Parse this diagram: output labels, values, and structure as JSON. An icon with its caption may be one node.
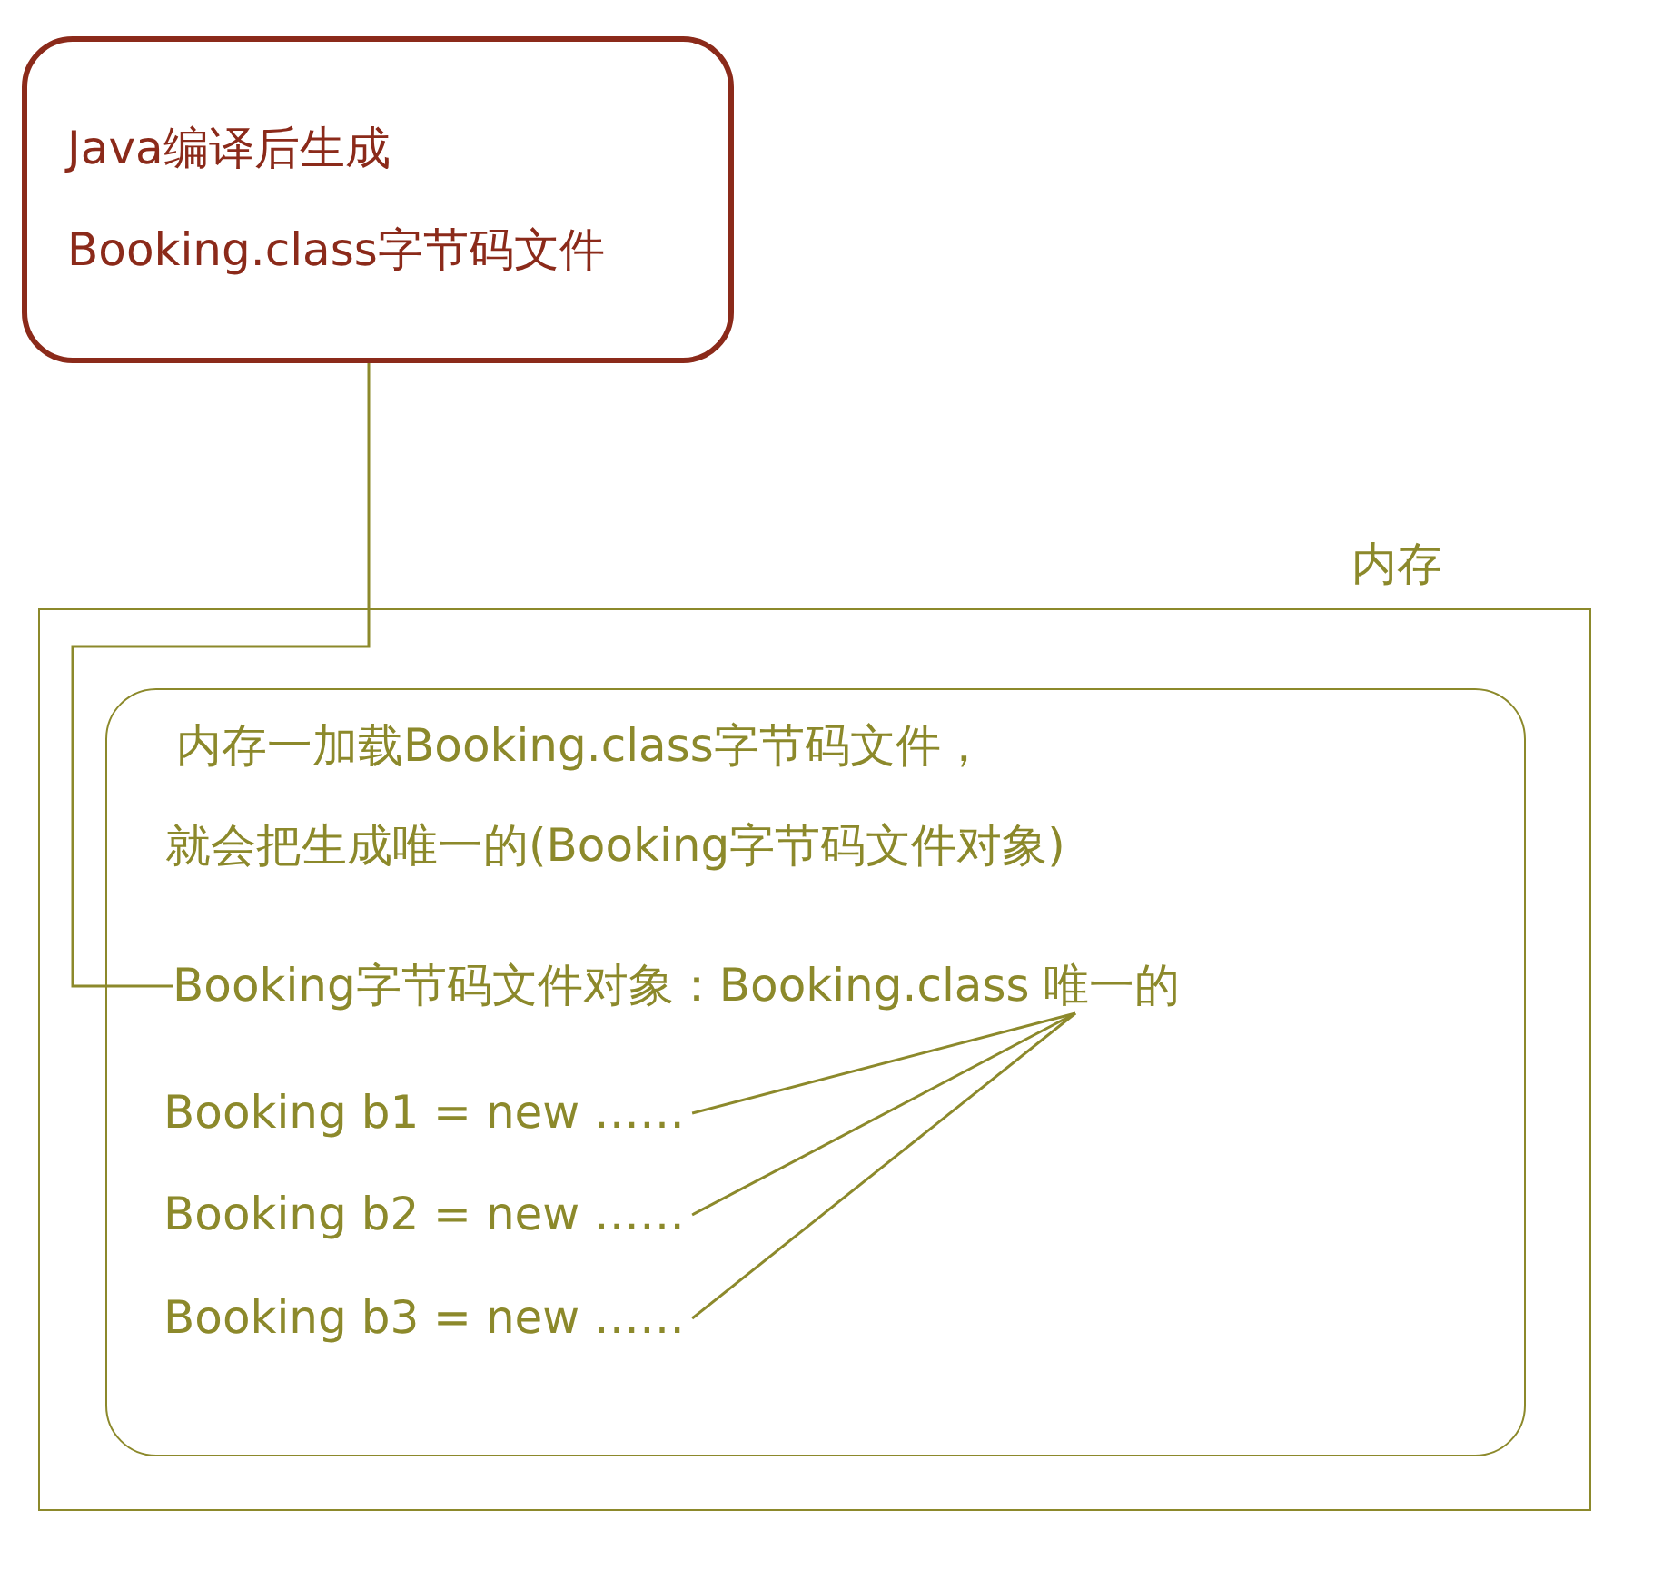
{
  "diagram": {
    "nodes": [
      {
        "text": [
          "Java编译后生成",
          "Booking.class字节码文件"
        ]
      },
      {
        "text": [
          "内存"
        ]
      },
      {
        "text": [
          "内存一加载Booking.class字节码文件，",
          "就会把生成唯一的(Booking字节码文件对象)"
        ],
        "in": 1
      },
      {
        "text": [
          "Booking字节码文件对象：Booking.class  唯一的"
        ],
        "in": 2
      },
      {
        "text": [
          "Booking b1 = new ……"
        ],
        "in": 2
      },
      {
        "text": [
          "Booking b2 = new ……"
        ],
        "in": 2
      },
      {
        "text": [
          "Booking b3 = new ……"
        ],
        "in": 2
      }
    ],
    "edges": [
      {
        "from": 0,
        "to": 3,
        "arrow": "none"
      },
      {
        "from": 3,
        "to": 4,
        "arrow": "none"
      },
      {
        "from": 3,
        "to": 5,
        "arrow": "none"
      },
      {
        "from": 3,
        "to": 6,
        "arrow": "none"
      }
    ]
  }
}
